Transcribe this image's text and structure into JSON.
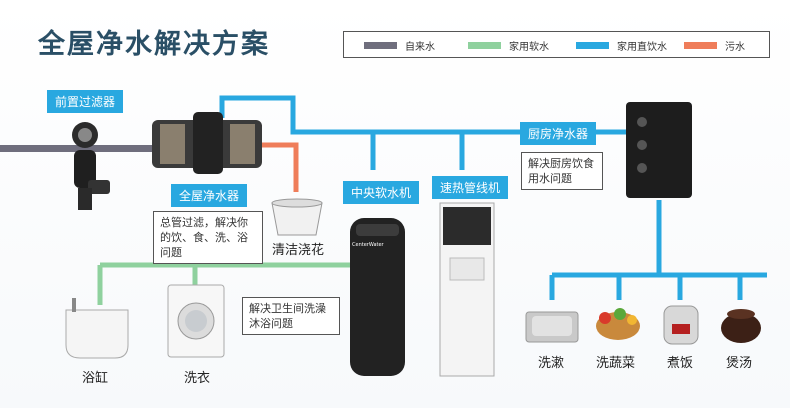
{
  "title": "全屋净水解决方案",
  "legend": [
    {
      "label": "自来水",
      "color": "#6f6e7d"
    },
    {
      "label": "家用软水",
      "color": "#8fd19e"
    },
    {
      "label": "家用直饮水",
      "color": "#29a8e0"
    },
    {
      "label": "污水",
      "color": "#ef7d5a"
    }
  ],
  "components": {
    "pre_filter": "前置过滤器",
    "whole_house": "全屋净水器",
    "central_softener": "中央软水机",
    "quick_heat": "速热管线机",
    "kitchen": "厨房净水器"
  },
  "notes": {
    "whole_house": "总管过滤，解决你的饮、食、洗、浴问题",
    "kitchen": "解决厨房饮食用水问题",
    "bathroom": "解决卫生间洗澡沐浴问题"
  },
  "endpoints": {
    "watering": "清洁浇花",
    "bathtub": "浴缸",
    "washer": "洗衣",
    "rinse": "洗漱",
    "vegetables": "洗蔬菜",
    "rice": "煮饭",
    "soup": "煲汤"
  },
  "device_brand": "CenterWater"
}
